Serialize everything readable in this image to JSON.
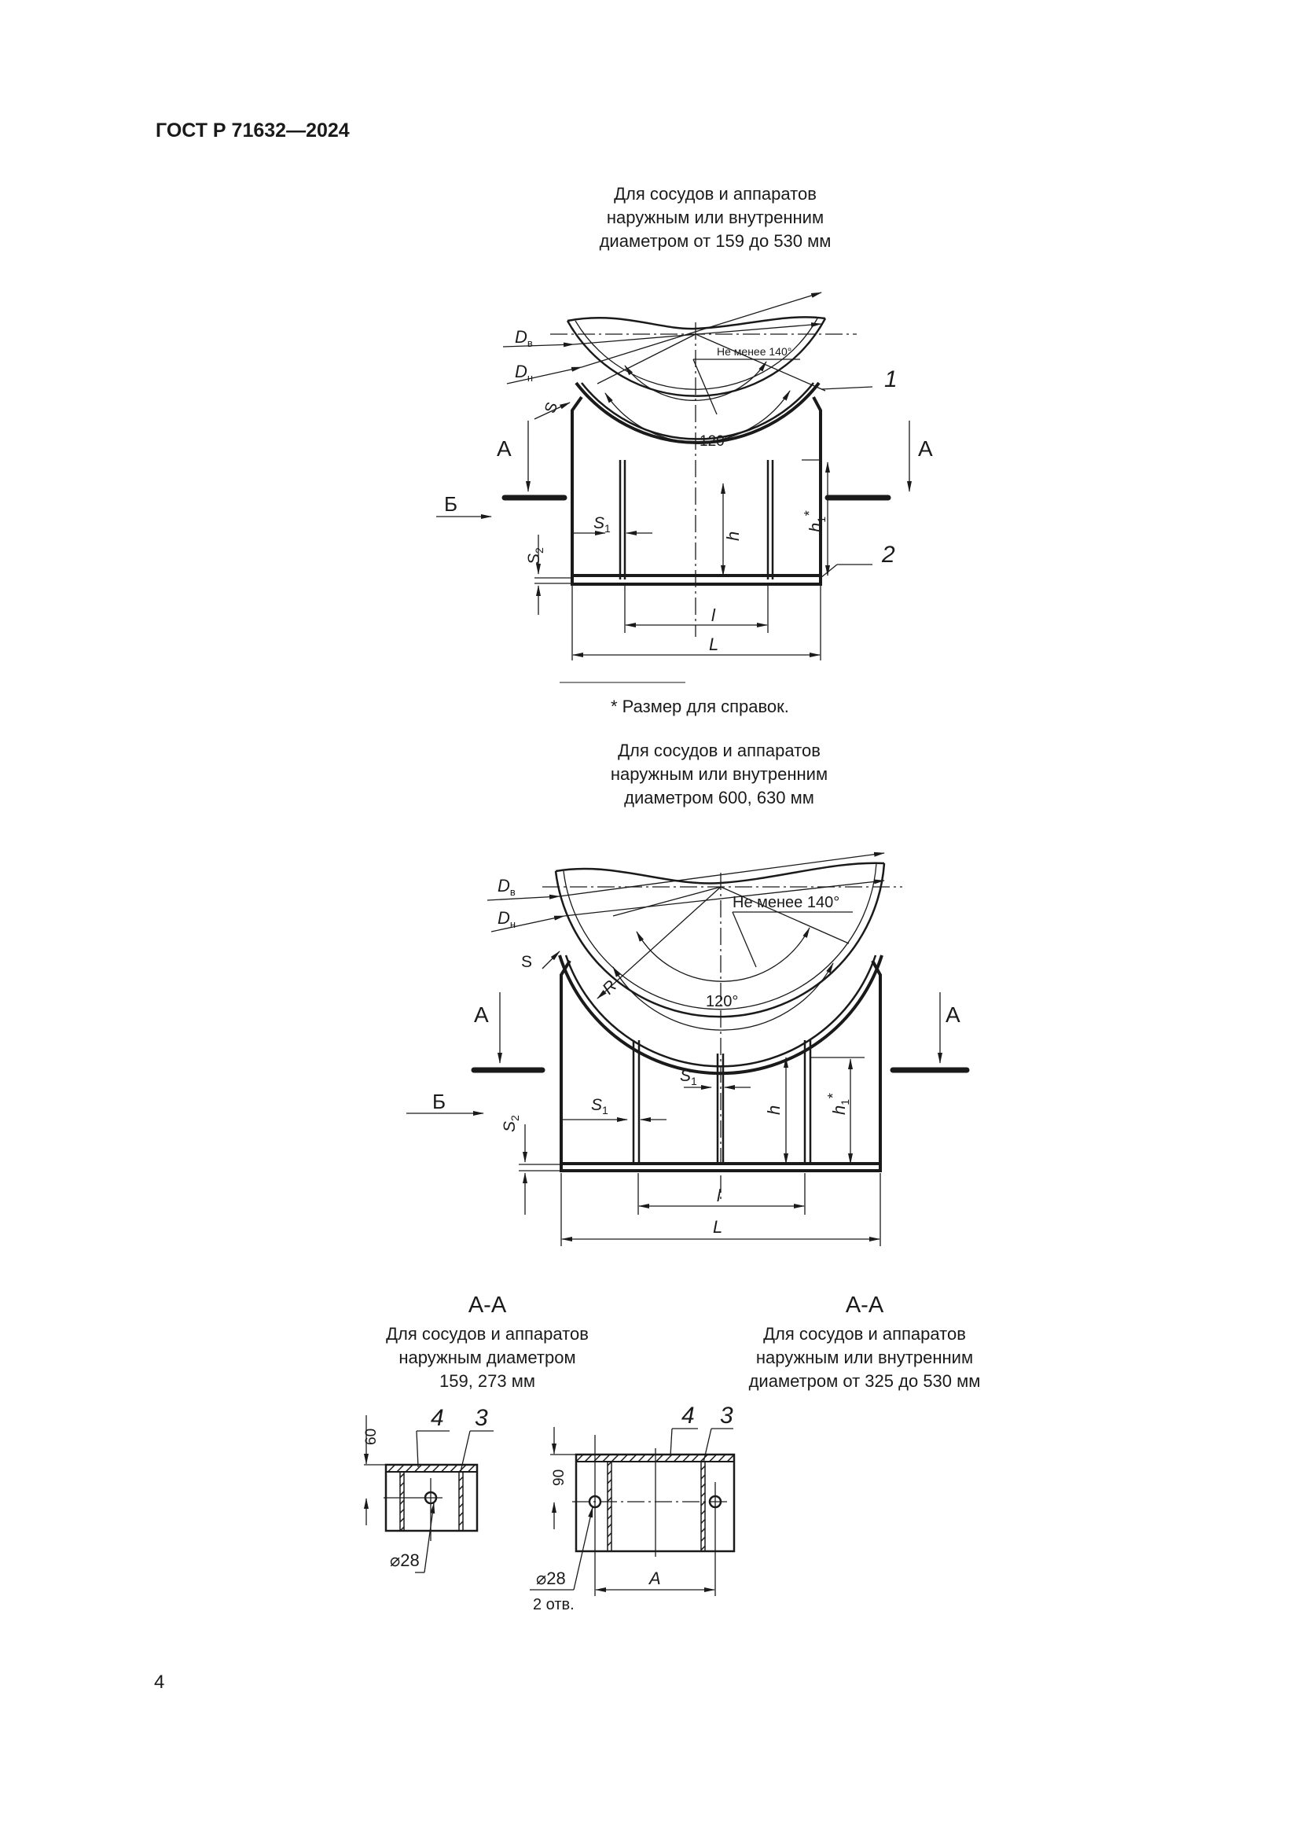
{
  "header": {
    "doc_code": "ГОСТ Р 71632—2024"
  },
  "figure1": {
    "caption": [
      "Для сосудов и аппаратов",
      "наружным или внутренним",
      "диаметром от 159 до 530 мм"
    ],
    "labels": {
      "d_in": "D",
      "d_in_sub": "в",
      "d_out": "D",
      "d_out_sub": "н",
      "s": "S",
      "angle_min": "Не менее 140°",
      "angle": "120°",
      "pos1": "1",
      "pos2": "2",
      "section_a_left": "А",
      "section_a_right": "А",
      "view_b": "Б",
      "s1": "S",
      "s1_sub": "1",
      "s2": "S",
      "s2_sub": "2",
      "h": "h",
      "h1": "h",
      "h1_sub": "1",
      "h1_star": "*",
      "l": "l",
      "L": "L"
    },
    "footnote": "* Размер для справок."
  },
  "figure2": {
    "caption": [
      "Для сосудов и аппаратов",
      "наружным или внутренним",
      "диаметром 600, 630 мм"
    ],
    "labels": {
      "d_in": "D",
      "d_in_sub": "в",
      "d_out": "D",
      "d_out_sub": "н",
      "s": "S",
      "r": "R",
      "angle_min": "Не менее 140°",
      "angle": "120°",
      "section_a_left": "А",
      "section_a_right": "А",
      "view_b": "Б",
      "s1": "S",
      "s1_sub": "1",
      "s2": "S",
      "s2_sub": "2",
      "h": "h",
      "h1": "h",
      "h1_sub": "1",
      "h1_star": "*",
      "l": "l",
      "L": "L"
    }
  },
  "section_left": {
    "title": "А-А",
    "caption": [
      "Для сосудов и аппаратов",
      "наружным диаметром",
      "159, 273 мм"
    ],
    "dim_height": "60",
    "pos4": "4",
    "pos3": "3",
    "hole": "⌀28"
  },
  "section_right": {
    "title": "А-А",
    "caption": [
      "Для сосудов и аппаратов",
      "наружным или внутренним",
      "диаметром  от 325 до 530 мм"
    ],
    "dim_height": "90",
    "pos4": "4",
    "pos3": "3",
    "hole": "⌀28",
    "hole_count": "2 отв.",
    "dim_a": "А"
  },
  "page_number": "4"
}
